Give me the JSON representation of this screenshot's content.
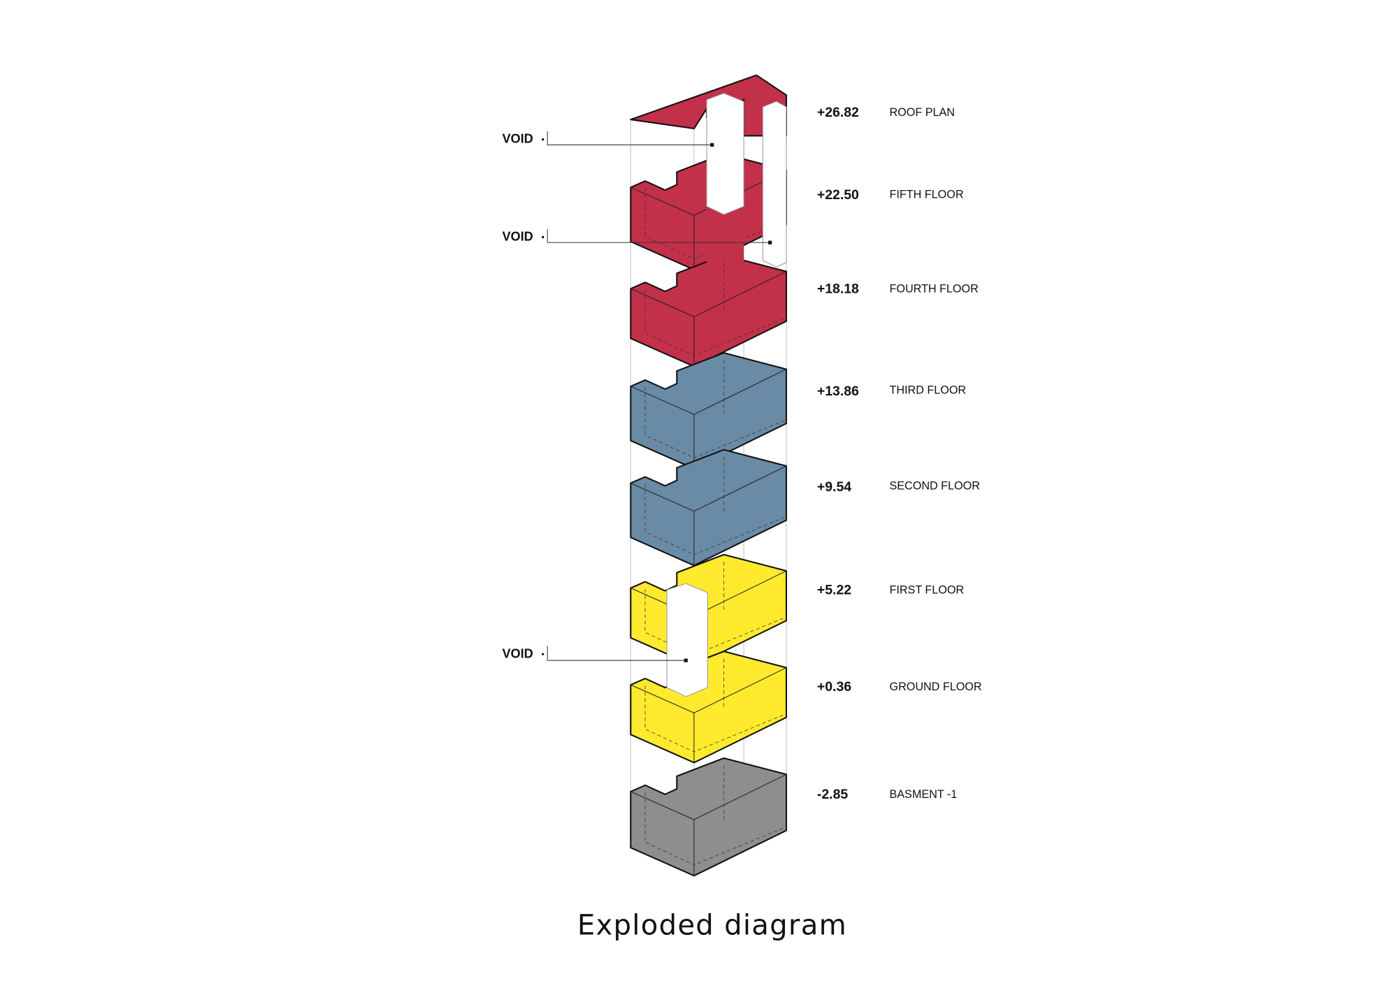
{
  "title": "Exploded diagram",
  "colors": {
    "upper": "#c3304a",
    "middle": "#6a8ba6",
    "lower": "#ffea2e",
    "basement": "#8e8e8e",
    "void": "#ffffff"
  },
  "floors": [
    {
      "level": "+26.82",
      "name": "ROOF PLAN"
    },
    {
      "level": "+22.50",
      "name": "FIFTH FLOOR"
    },
    {
      "level": "+18.18",
      "name": "FOURTH FLOOR"
    },
    {
      "level": "+13.86",
      "name": "THIRD FLOOR"
    },
    {
      "level": "+9.54",
      "name": "SECOND FLOOR"
    },
    {
      "level": "+5.22",
      "name": "FIRST FLOOR"
    },
    {
      "level": "+0.36",
      "name": "GROUND FLOOR"
    },
    {
      "level": "-2.85",
      "name": "BASMENT -1"
    }
  ],
  "voids": [
    "VOID",
    "VOID",
    "VOID"
  ]
}
